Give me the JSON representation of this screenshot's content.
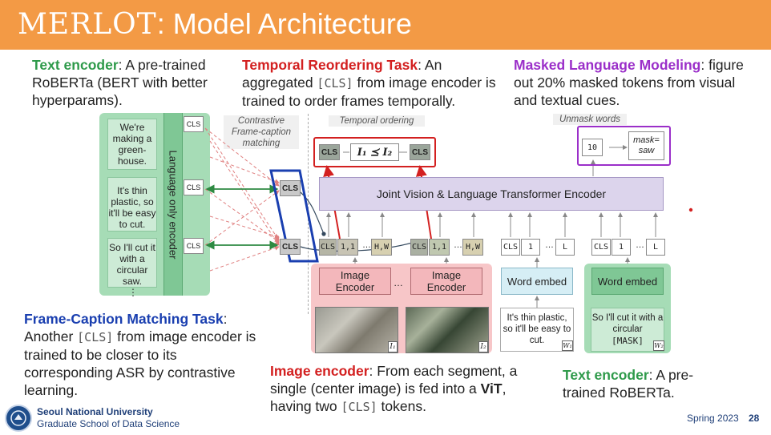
{
  "title": {
    "merlot": "MERLOT",
    "rest": ": Model Architecture"
  },
  "callouts": {
    "text_encoder_top": {
      "head": "Text encoder",
      "body": ": A pre-trained RoBERTa (BERT with better hyperparams)."
    },
    "temporal": {
      "head": "Temporal Reordering Task",
      "body1": ": An aggregated ",
      "cls": "[CLS]",
      "body2": " from image encoder is trained to order frames temporally."
    },
    "mlm": {
      "head": "Masked Language Modeling",
      "body": ": figure out 20% masked tokens from visual and textual cues."
    },
    "fcm": {
      "head": "Frame-Caption Matching Task",
      "body1": ": Another ",
      "cls": "[CLS]",
      "body2": " from image encoder is trained to be closer to its corresponding ASR by contrastive learning."
    },
    "image_encoder": {
      "head": "Image encoder",
      "body1": ": From each segment, a single (center image) is fed into a ",
      "vit": "ViT",
      "body2": ", having two ",
      "cls": "[CLS]",
      "body3": " tokens."
    },
    "text_encoder_bottom": {
      "head": "Text encoder",
      "body": ": A pre-trained RoBERTa."
    }
  },
  "diagram": {
    "captions": [
      "We're making a green-house.",
      "It's thin plastic, so it'll be easy to cut.",
      "So I'll cut it with a circular saw."
    ],
    "ellipsis": "⋮",
    "language_encoder": "Language only encoder",
    "cls": "CLS",
    "contrastive_label": "Contrastive Frame-caption matching",
    "temporal_label": "Temporal ordering",
    "temporal_formula": "I₁ ⪯ I₂",
    "unmask_label": "Unmask words",
    "mask_token": "10",
    "mask_answer": "mask= saw",
    "joint_encoder": "Joint Vision & Language Transformer Encoder",
    "tok_11": "1,1",
    "tok_hw": "H,W",
    "tok_1": "1",
    "tok_l": "L",
    "dots": "…",
    "image_encoder": "Image Encoder",
    "word_embed": "Word embed",
    "frame_tags": [
      "I₁",
      "I₂"
    ],
    "asr_texts": [
      "It's thin plastic, so it'll be easy to cut.",
      "So I'll cut it with a circular"
    ],
    "asr_mask": "[MASK]",
    "asr_tags": [
      "W₁",
      "W₂"
    ]
  },
  "footer": {
    "university": "Seoul National University",
    "school": "Graduate School of Data Science",
    "term": "Spring 2023",
    "page": "28"
  },
  "colors": {
    "orange": "#f39a45",
    "green": "#2e9a4a",
    "red": "#d32020",
    "purple": "#9b2fc9",
    "blue": "#1a3fb0"
  }
}
